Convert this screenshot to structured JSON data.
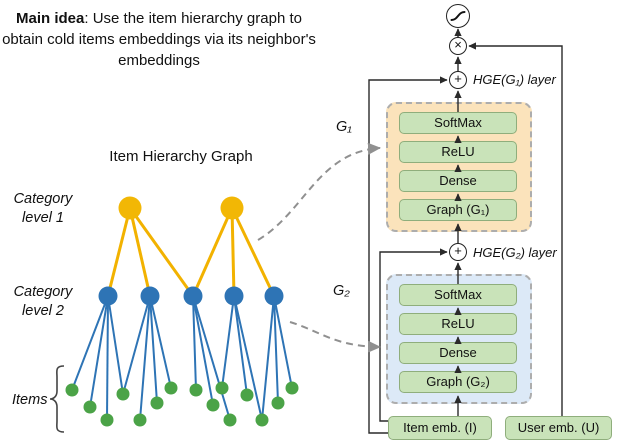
{
  "main_idea": {
    "heading": "Main idea",
    "body": ": Use the item hierarchy graph to obtain cold items embeddings via its neighbor's embeddings"
  },
  "hierarchy_graph": {
    "title": "Item Hierarchy Graph",
    "level1_label": "Category\nlevel 1",
    "level2_label": "Category\nlevel 2",
    "items_label": "Items"
  },
  "architecture": {
    "g1_tag": "G₁",
    "g2_tag": "G₂",
    "hge1": {
      "layer_label": "HGE(G₁) layer",
      "layers": [
        "SoftMax",
        "ReLU",
        "Dense",
        "Graph (G₁)"
      ]
    },
    "hge2": {
      "layer_label": "HGE(G₂) layer",
      "layers": [
        "SoftMax",
        "ReLU",
        "Dense",
        "Graph (G₂)"
      ]
    },
    "item_embedding_label": "Item emb. (I)",
    "user_embedding_label": "User emb. (U)",
    "ops": {
      "add": "+",
      "multiply": "×"
    }
  },
  "colors": {
    "category_level1": "#F2B705",
    "category_level2": "#2E74B5",
    "items": "#4BA347",
    "hge1_background": "#FBE3BB",
    "hge2_background": "#DCE9F7",
    "layer_box": "#C9E3B9"
  }
}
